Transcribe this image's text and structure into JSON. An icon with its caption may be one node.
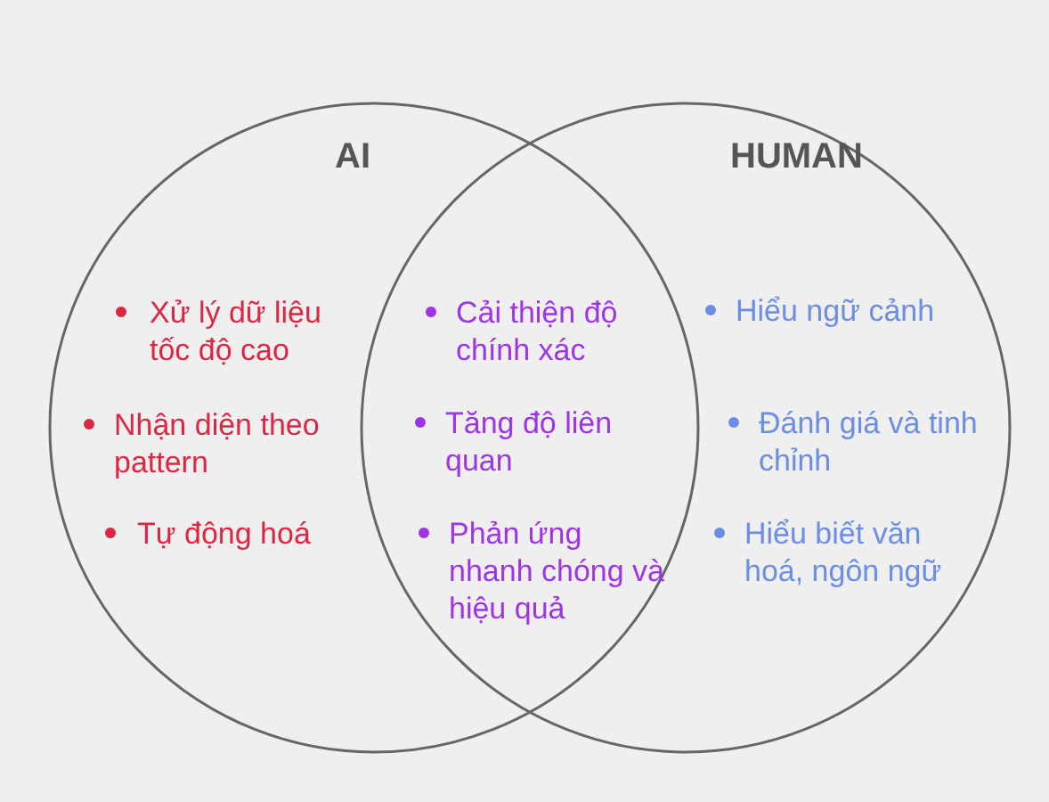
{
  "diagram": {
    "nodes": [
      {
        "text": [
          "AI",
          "Xử lý dữ liệu tốc độ cao",
          "Nhận diện theo pattern",
          "Tự động hoá"
        ]
      },
      {
        "text": [
          "HUMAN",
          "Hiểu ngữ cảnh",
          "Đánh giá và tinh chỉnh",
          "Hiểu biết văn hoá, ngôn ngữ"
        ]
      }
    ],
    "edges": [],
    "labels": [
      "Cải thiện độ chính xác",
      "Tăng độ liên quan",
      "Phản ứng nhanh chóng và hiệu quả"
    ]
  }
}
